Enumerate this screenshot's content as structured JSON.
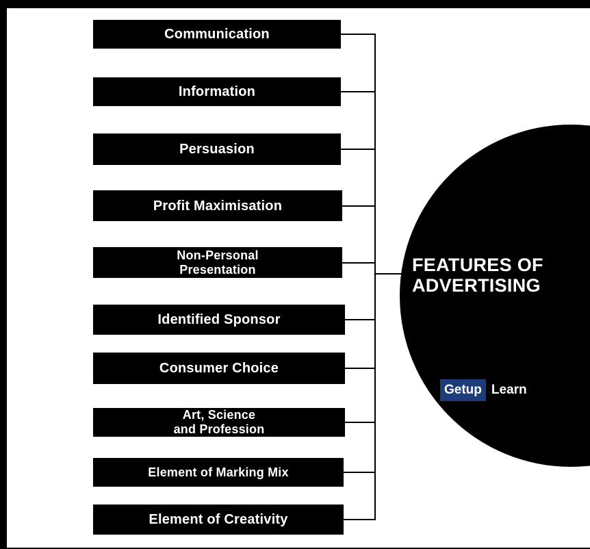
{
  "center": {
    "line1": "FEATURES OF",
    "line2": "ADVERTISING"
  },
  "features": [
    {
      "line1": "Communication"
    },
    {
      "line1": "Information"
    },
    {
      "line1": "Persuasion"
    },
    {
      "line1": "Profit Maximisation"
    },
    {
      "line1": "Non-Personal",
      "line2": "Presentation"
    },
    {
      "line1": "Identified Sponsor"
    },
    {
      "line1": "Consumer Choice"
    },
    {
      "line1": "Art, Science",
      "line2": "and Profession"
    },
    {
      "line1": "Element of Marking Mix"
    },
    {
      "line1": "Element of Creativity"
    }
  ],
  "brand": {
    "part1": "Getup",
    "part2": "Learn",
    "part1_color": "#1c3c7a",
    "part2_color": "#000000"
  }
}
